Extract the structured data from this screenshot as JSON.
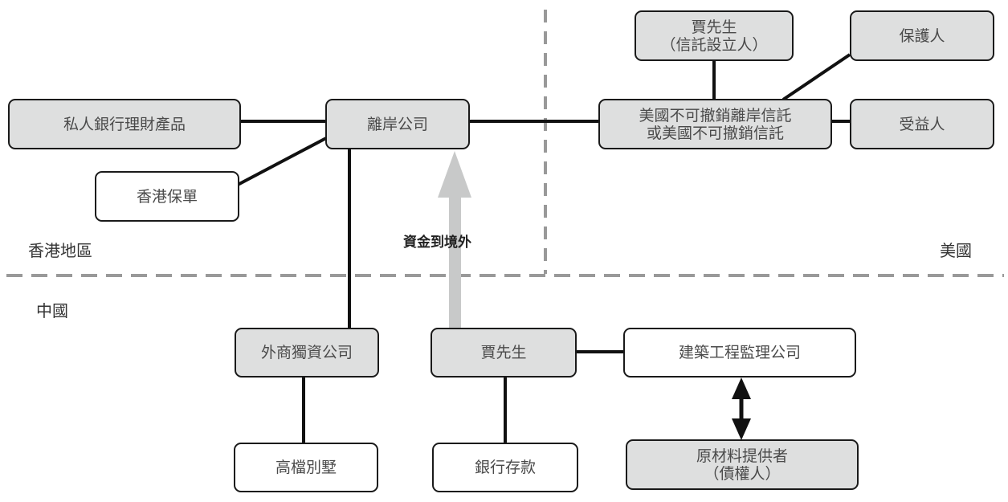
{
  "regions": {
    "hong_kong": "香港地區",
    "usa": "美國",
    "china": "中國"
  },
  "flow_label": "資金到境外",
  "nodes": {
    "private_bank": "私人銀行理財產品",
    "hk_insurance": "香港保單",
    "offshore_company": "離岸公司",
    "settlor_line1": "賈先生",
    "settlor_line2": "（信託設立人）",
    "protector": "保護人",
    "trust_line1": "美國不可撤銷離岸信託",
    "trust_line2": "或美國不可撤銷信託",
    "beneficiary": "受益人",
    "foreign_company": "外商獨資公司",
    "mr_jia": "賈先生",
    "construction_company": "建築工程監理公司",
    "villa": "高檔別墅",
    "bank_deposit": "銀行存款",
    "supplier_line1": "原材料提供者",
    "supplier_line2": "（債權人）"
  },
  "colors": {
    "gray_fill": "#dedfdf",
    "arrow_gray": "#c8c9c9",
    "dash_gray": "#999999"
  }
}
